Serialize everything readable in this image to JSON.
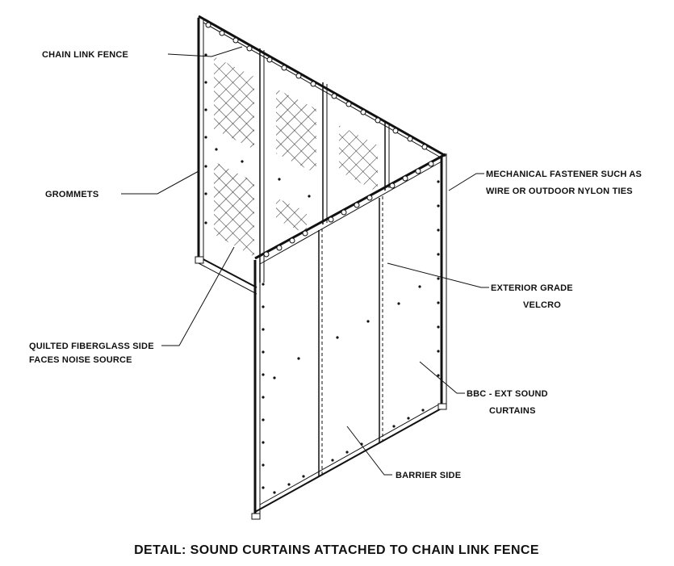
{
  "labels": {
    "chain_link_fence": "CHAIN LINK FENCE",
    "grommets": "GROMMETS",
    "quilted_line1": "QUILTED FIBERGLASS SIDE",
    "quilted_line2": "FACES NOISE SOURCE",
    "mechanical_line1": "MECHANICAL FASTENER SUCH AS",
    "mechanical_line2": "WIRE OR OUTDOOR NYLON TIES",
    "velcro_line1": "EXTERIOR GRADE",
    "velcro_line2": "VELCRO",
    "bbc_line1": "BBC - EXT SOUND",
    "bbc_line2": "CURTAINS",
    "barrier_side": "BARRIER SIDE"
  },
  "caption": "DETAIL: SOUND CURTAINS ATTACHED TO CHAIN LINK FENCE"
}
